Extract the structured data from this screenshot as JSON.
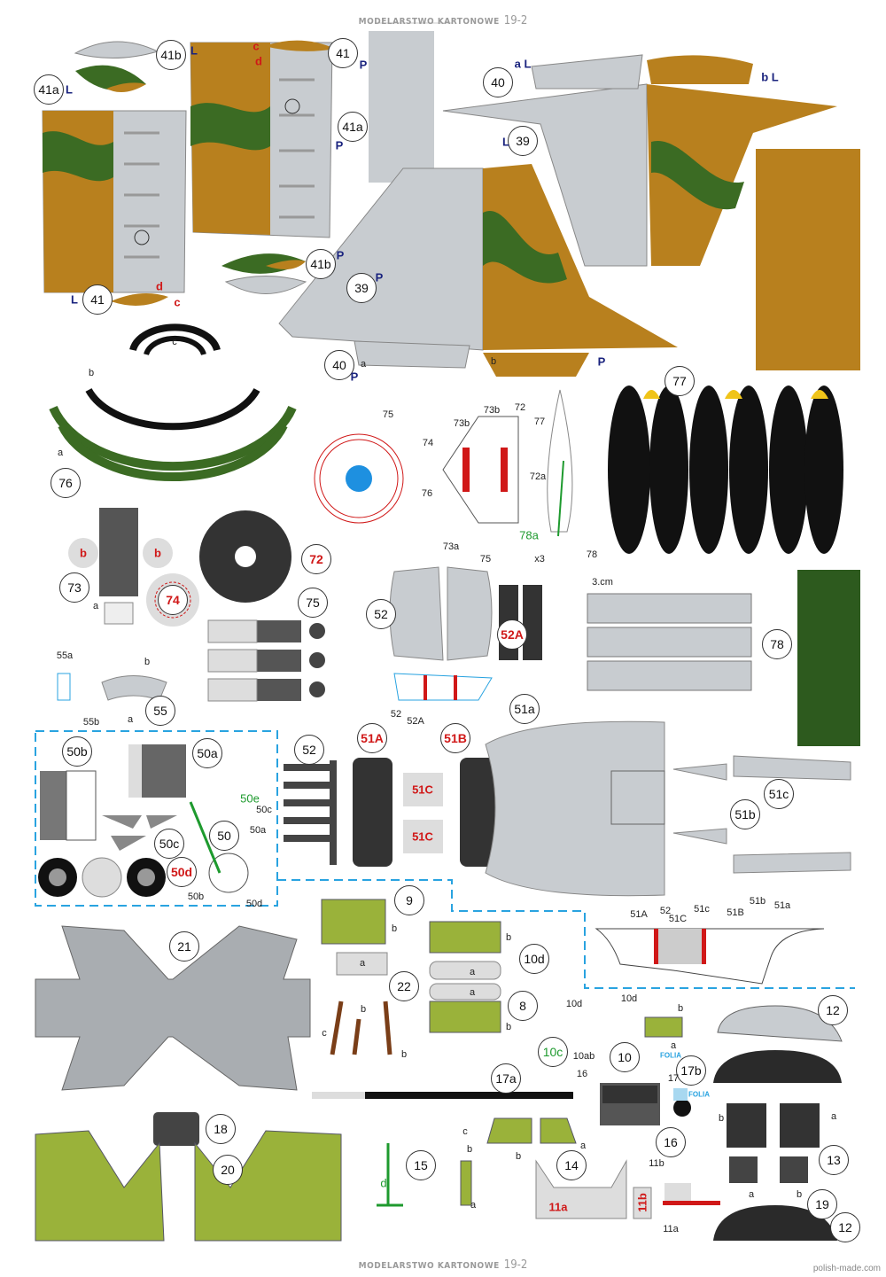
{
  "header": {
    "title": "MODELARSTWO KARTONOWE",
    "issue": "19-2"
  },
  "footer": {
    "title": "MODELARSTWO KARTONOWE",
    "issue": "19-2",
    "site": "polish-made.com"
  },
  "colors": {
    "gray": "#c8ccd0",
    "brown": "#b8801e",
    "green": "#3b6b23",
    "olive": "#9ab23a",
    "red": "#d01818",
    "blue": "#29a3e0"
  },
  "circles": [
    "41b",
    "41",
    "41a",
    "40",
    "39",
    "41a",
    "41b",
    "41",
    "39",
    "40",
    "77",
    "76",
    "73",
    "72",
    "74",
    "75",
    "52",
    "52A",
    "78",
    "55",
    "51a",
    "50b",
    "50a",
    "52",
    "51A",
    "51B",
    "50c",
    "50",
    "50d",
    "51c",
    "51b",
    "9",
    "21",
    "22",
    "8",
    "10d",
    "10c",
    "10",
    "12",
    "17a",
    "17b",
    "16",
    "13",
    "18",
    "20",
    "15",
    "14",
    "19",
    "12"
  ],
  "labels": [
    "c",
    "d",
    "L",
    "P",
    "L",
    "P",
    "L",
    "a L",
    "b L",
    "P",
    "d",
    "c",
    "L",
    "P",
    "a",
    "P",
    "b",
    "P",
    "c",
    "b",
    "a",
    "75",
    "74",
    "73b",
    "73b",
    "72",
    "77",
    "72a",
    "76",
    "73a",
    "75",
    "x3",
    "78",
    "78a",
    "a",
    "55a",
    "55b",
    "b",
    "a",
    "52",
    "52A",
    "50e",
    "50c",
    "50a",
    "50b",
    "50d",
    "51A",
    "52",
    "51c",
    "51C",
    "51B",
    "51b",
    "51a",
    "b",
    "a",
    "b",
    "a",
    "a",
    "b",
    "c",
    "b",
    "b",
    "10d",
    "10d",
    "10ab",
    "b",
    "a",
    "FOLIA",
    "16",
    "17",
    "FOLIA",
    "b",
    "a",
    "c",
    "b",
    "d",
    "a",
    "b",
    "a",
    "11b",
    "11a",
    "a",
    "b",
    "11a",
    "11b",
    "51C",
    "51C",
    "b",
    "b",
    "3.cm"
  ]
}
